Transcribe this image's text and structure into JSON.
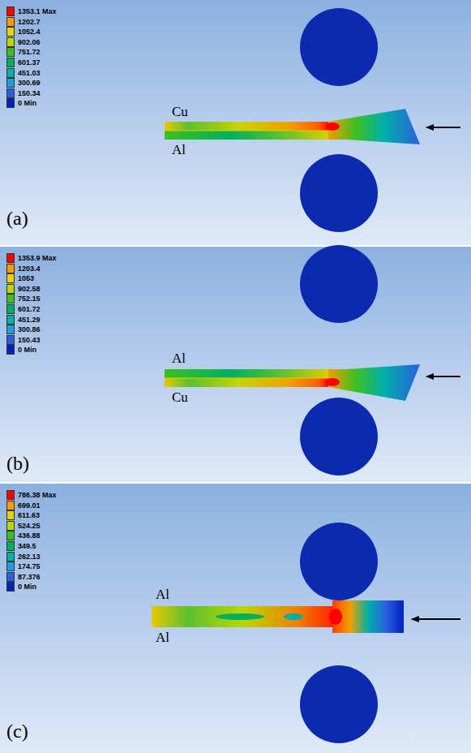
{
  "diagram": {
    "labels": [
      "Cu",
      "Al",
      "(a)",
      "Al",
      "Cu",
      "(b)",
      "Al",
      "Al",
      "(c)"
    ],
    "legend": [
      {
        "text": "1353.1 Max",
        "color": "#ff0000"
      },
      {
        "text": "1202.7",
        "color": "#ff9a00"
      },
      {
        "text": "1052.4",
        "color": "#e8d200"
      },
      {
        "text": "902.06",
        "color": "#b8d800"
      },
      {
        "text": "751.72",
        "color": "#3cc020"
      },
      {
        "text": "601.37",
        "color": "#00b060"
      },
      {
        "text": "451.03",
        "color": "#00b0a8"
      },
      {
        "text": "300.69",
        "color": "#1aa0e0"
      },
      {
        "text": "150.34",
        "color": "#2a60e0"
      },
      {
        "text": "0 Min",
        "color": "#0020c0"
      },
      {
        "text": "1353.9 Max",
        "color": "#ff0000"
      },
      {
        "text": "1203.4",
        "color": "#ff9a00"
      },
      {
        "text": "1053",
        "color": "#e8d200"
      },
      {
        "text": "902.58",
        "color": "#b8d800"
      },
      {
        "text": "752.15",
        "color": "#3cc020"
      },
      {
        "text": "601.72",
        "color": "#00b060"
      },
      {
        "text": "451.29",
        "color": "#00b0a8"
      },
      {
        "text": "300.86",
        "color": "#1aa0e0"
      },
      {
        "text": "150.43",
        "color": "#2a60e0"
      },
      {
        "text": "0 Min",
        "color": "#0020c0"
      },
      {
        "text": "786.38 Max",
        "color": "#ff0000"
      },
      {
        "text": "699.01",
        "color": "#ff9a00"
      },
      {
        "text": "611.63",
        "color": "#e8d200"
      },
      {
        "text": "524.25",
        "color": "#b8d800"
      },
      {
        "text": "436.88",
        "color": "#3cc020"
      },
      {
        "text": "349.5",
        "color": "#00b060"
      },
      {
        "text": "262.13",
        "color": "#00b0a8"
      },
      {
        "text": "174.75",
        "color": "#1aa0e0"
      },
      {
        "text": "87.376",
        "color": "#2a60e0"
      },
      {
        "text": "0 Min",
        "color": "#0020c0"
      }
    ]
  }
}
